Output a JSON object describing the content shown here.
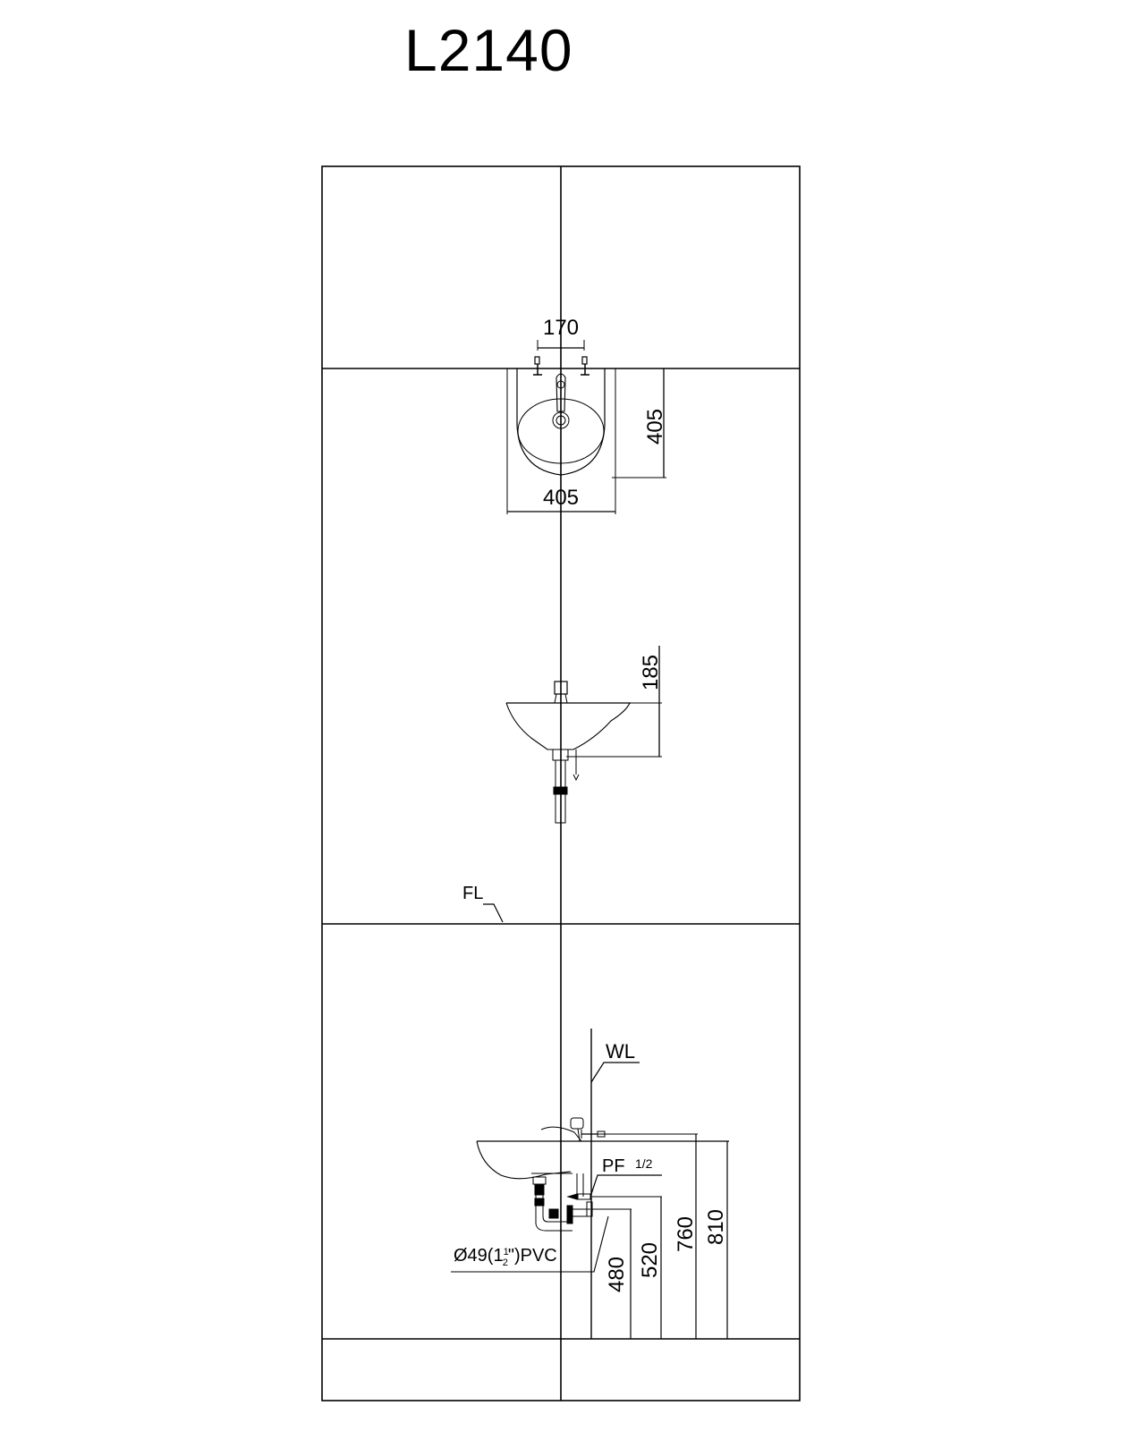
{
  "title": "L2140",
  "top_view": {
    "tap_spacing": "170",
    "depth": "405",
    "width": "405"
  },
  "front_view": {
    "height": "185"
  },
  "floor_label": "FL",
  "side_view": {
    "wall_label": "WL",
    "supply_label": "PF",
    "supply_size": "1/2",
    "drain_label": "Ø49(1",
    "drain_fraction_num": "1",
    "drain_fraction_den": "2",
    "drain_suffix": "\")PVC",
    "dim_480": "480",
    "dim_520": "520",
    "dim_760": "760",
    "dim_810": "810"
  }
}
